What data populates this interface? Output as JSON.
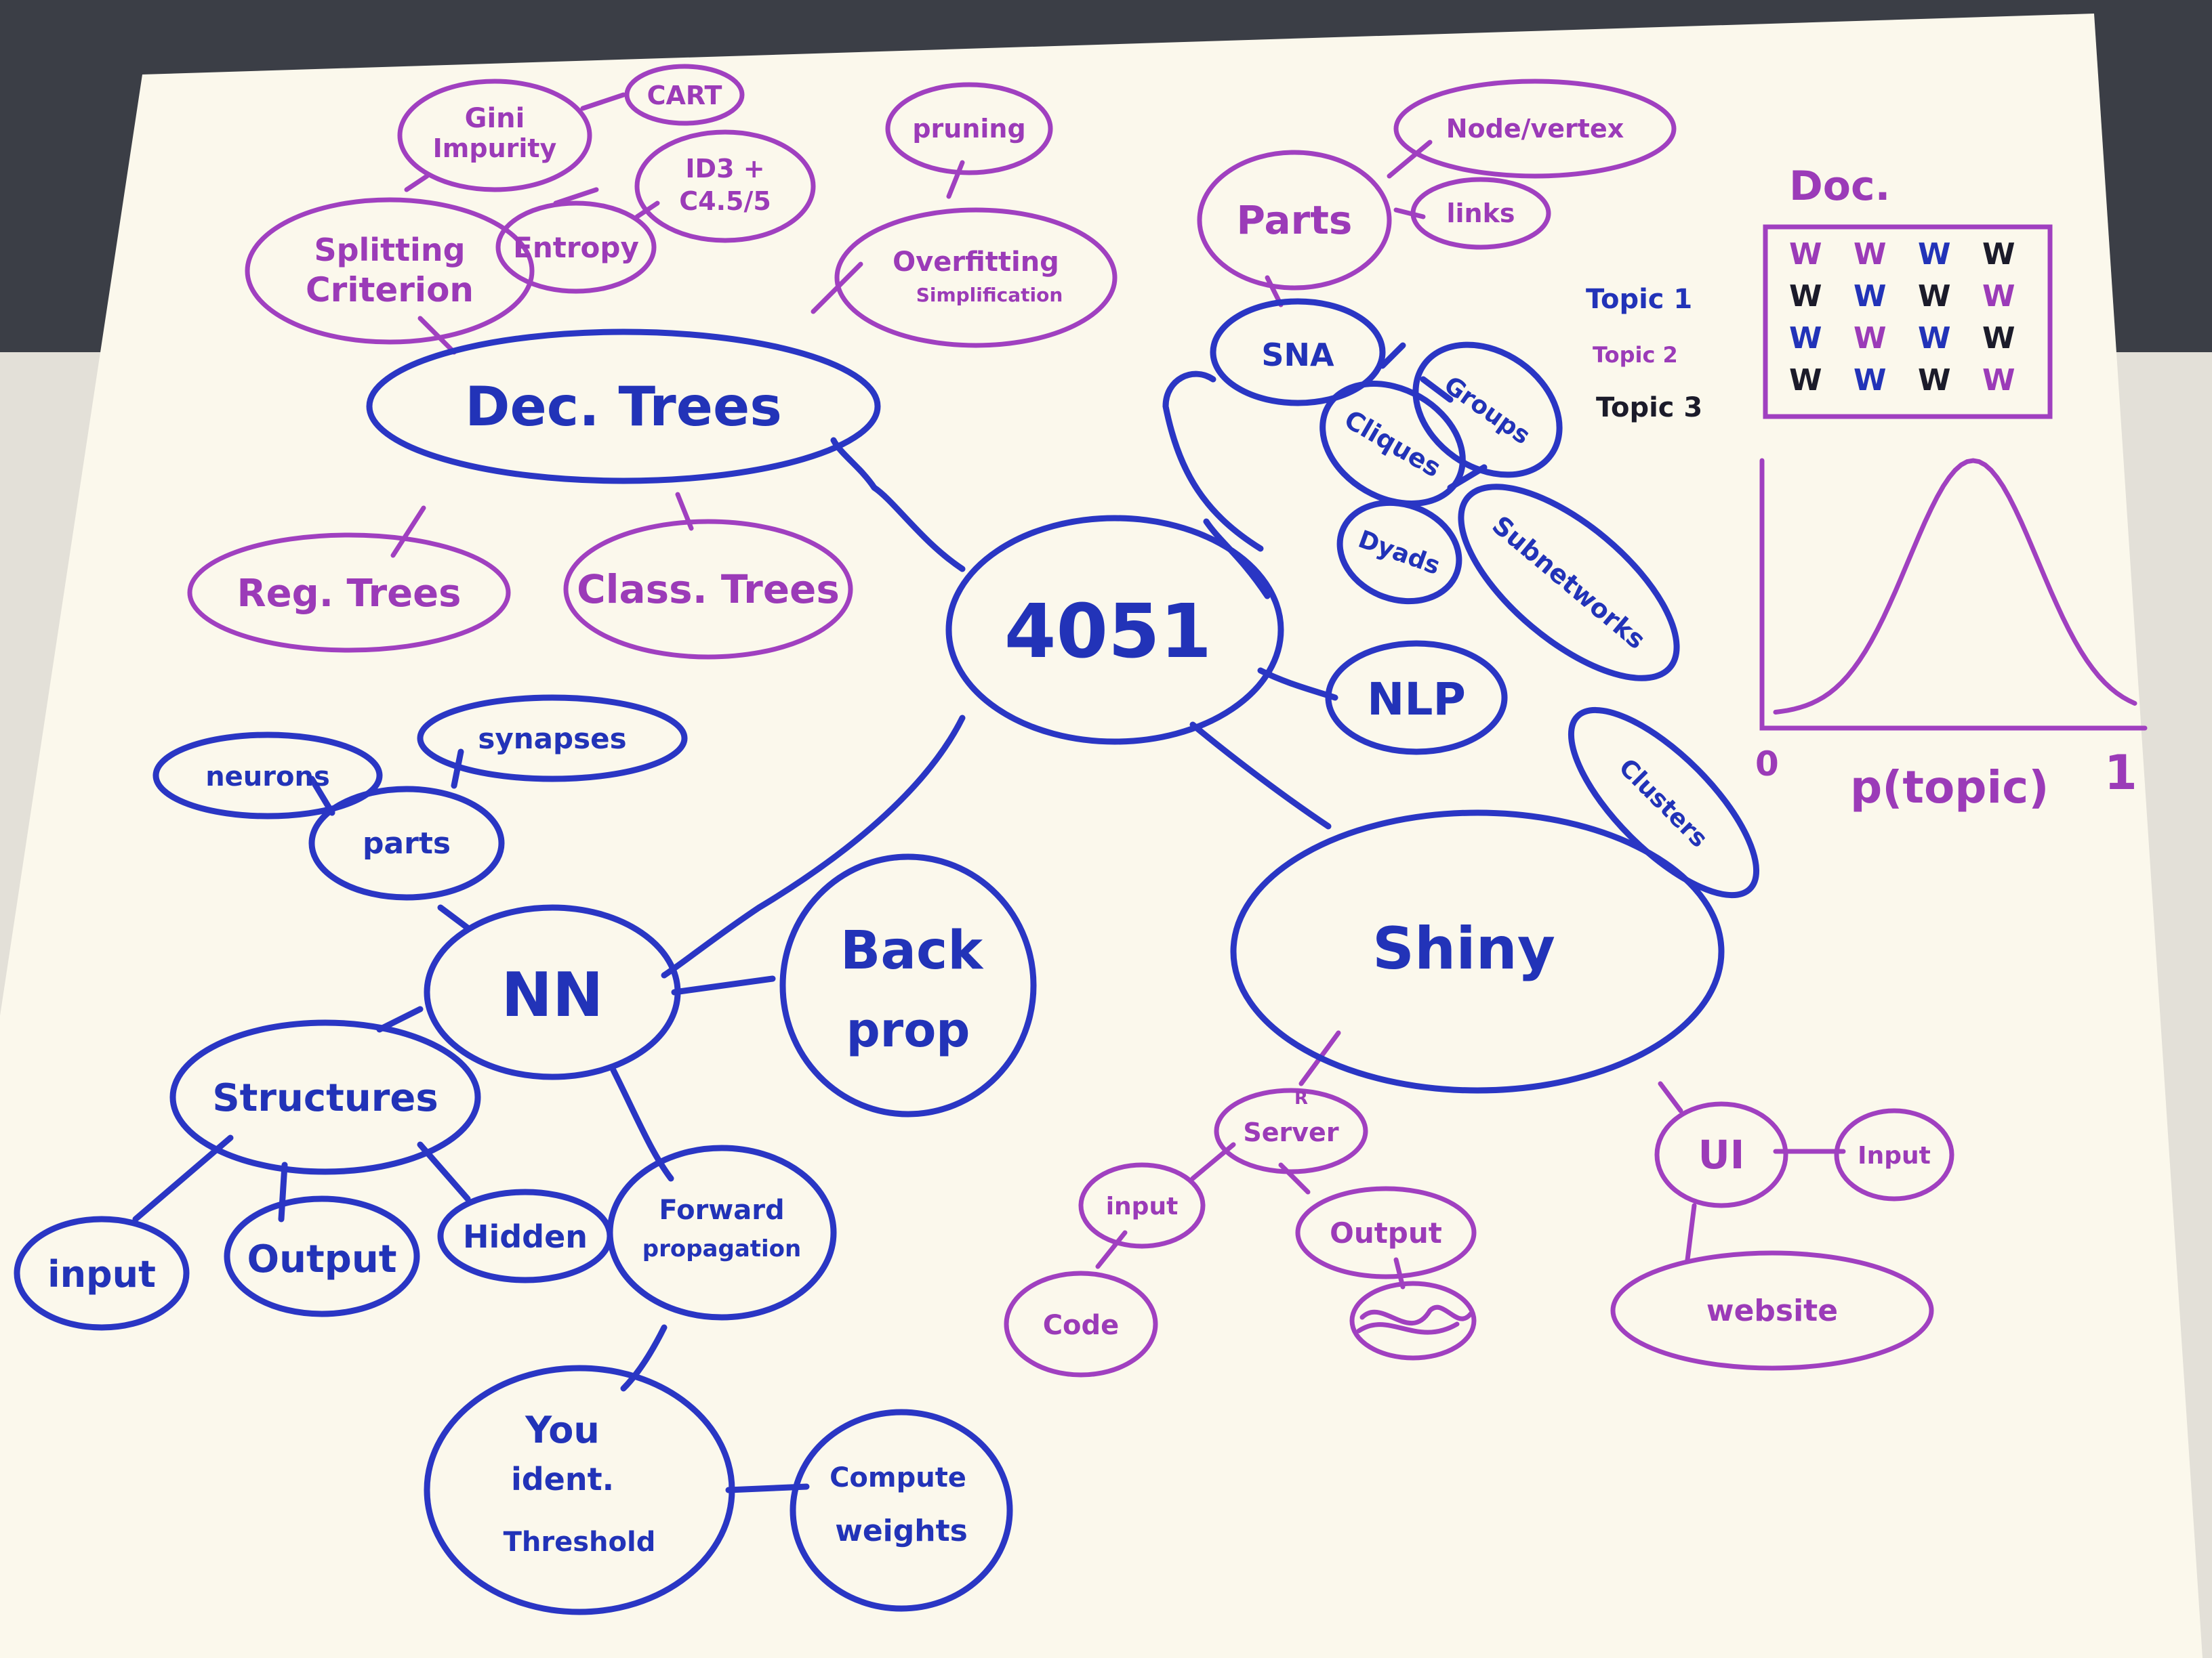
{
  "nodes": {
    "center": "4051",
    "dec_trees": "Dec. Trees",
    "splitting": [
      "Splitting",
      "Criterion"
    ],
    "gini": [
      "Gini",
      "Impurity"
    ],
    "cart": "CART",
    "entropy": "Entropy",
    "id3": [
      "ID3 +",
      "C4.5/5"
    ],
    "pruning": "pruning",
    "overfitting": [
      "Overfitting",
      "Simplification"
    ],
    "reg_trees": "Reg. Trees",
    "class_trees": "Class. Trees",
    "sna": "SNA",
    "parts_sna": "Parts",
    "node_vertex": "Node/vertex",
    "links": "links",
    "groups": "Groups",
    "cliques": "Cliques",
    "dyads": "Dyads",
    "subnetworks": "Subnetworks",
    "nlp": "NLP",
    "clusters": "Clusters",
    "shiny": "Shiny",
    "r_server": [
      "R",
      "Server"
    ],
    "ui": "UI",
    "input_ui": "Input",
    "website": "website",
    "input_server": "input",
    "output_server": "Output",
    "code": "Code",
    "nn": "NN",
    "backprop": [
      "Back",
      "prop"
    ],
    "parts_nn": "parts",
    "neurons": "neurons",
    "synapses": "synapses",
    "structures": "Structures",
    "input_nn": "input",
    "output_nn": "Output",
    "hidden": "Hidden",
    "forward": [
      "Forward",
      "propagation"
    ],
    "threshold": [
      "You",
      "ident.",
      "Threshold"
    ],
    "weights": [
      "Compute",
      "weights"
    ]
  },
  "legend": {
    "doc_title": "Doc.",
    "topic1": "Topic 1",
    "topic2": "Topic 2",
    "topic3": "Topic 3",
    "word_glyph": "W",
    "xlabel": "p(topic)",
    "x_min": "0",
    "x_max": "1"
  },
  "colors": {
    "topic1": "#2233b8",
    "topic2": "#9b3bb8",
    "topic3": "#1b1b2a",
    "paper": "#fbf8ec",
    "background": "#3a3d44"
  }
}
